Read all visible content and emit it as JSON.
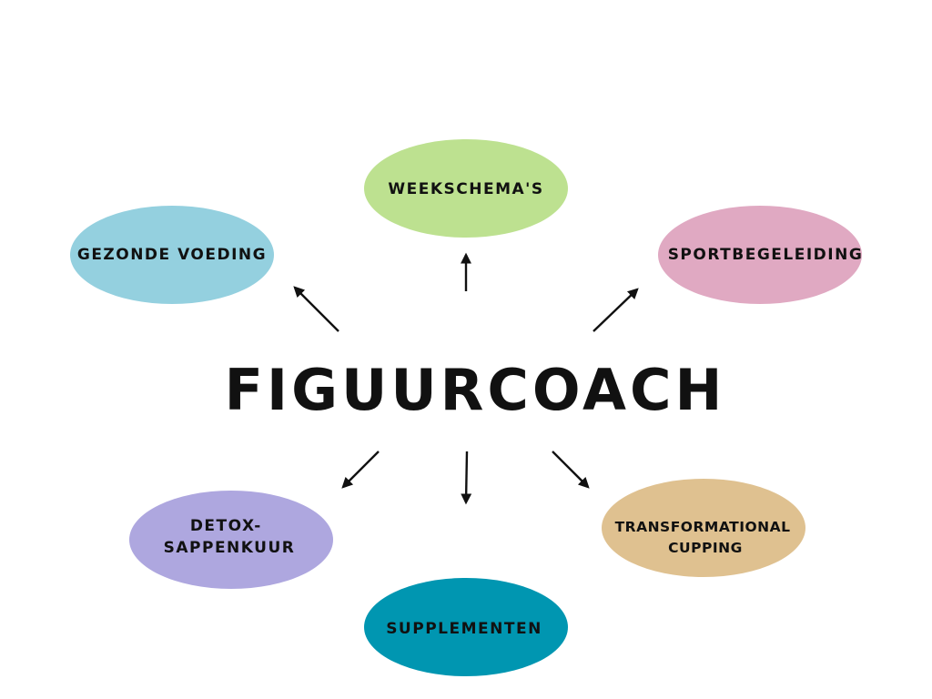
{
  "center": {
    "label": "FIGUURCOACH"
  },
  "nodes": [
    {
      "id": "weekschemas",
      "lines": [
        "WEEKSCHEMA'S"
      ],
      "color": "#bde190"
    },
    {
      "id": "gezonde-voeding",
      "lines": [
        "GEZONDE VOEDING"
      ],
      "color": "#94d0df"
    },
    {
      "id": "sportbegeleiding",
      "lines": [
        "SPORTBEGELEIDING"
      ],
      "color": "#e0a9c2"
    },
    {
      "id": "detox-sappenkuur",
      "lines": [
        "DETOX-",
        "SAPPENKUUR"
      ],
      "color": "#aea7df"
    },
    {
      "id": "supplementen",
      "lines": [
        "SUPPLEMENTEN"
      ],
      "color": "#0096b1"
    },
    {
      "id": "transformational-cupping",
      "lines": [
        "TRANSFORMATIONAL",
        "CUPPING"
      ],
      "color": "#dfc190"
    }
  ]
}
